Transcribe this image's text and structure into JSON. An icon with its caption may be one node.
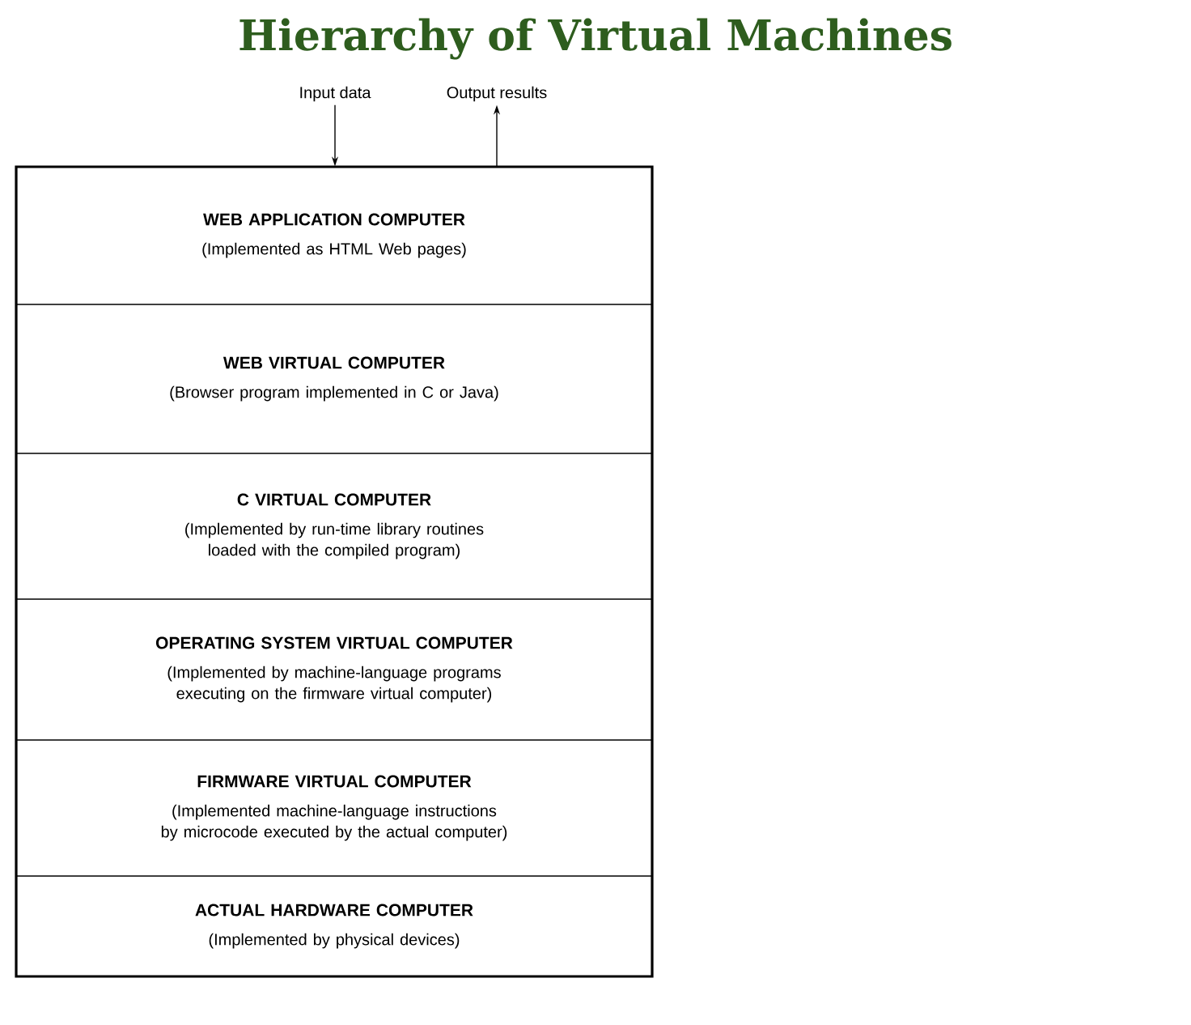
{
  "diagram": {
    "title": "Hierarchy of Virtual Machines",
    "nodes": [
      {
        "text": [
          "Input data"
        ]
      },
      {
        "text": [
          "Output results"
        ]
      },
      {
        "text": [
          "WEB APPLICATION COMPUTER",
          "(Implemented as HTML Web pages)"
        ]
      },
      {
        "text": [
          "WEB VIRTUAL COMPUTER",
          "(Browser program implemented in C or Java)"
        ]
      },
      {
        "text": [
          "C VIRTUAL COMPUTER",
          "(Implemented by run-time library routines loaded with the compiled program)"
        ]
      },
      {
        "text": [
          "OPERATING SYSTEM VIRTUAL COMPUTER",
          "(Implemented by machine-language programs executing on the firmware virtual computer)"
        ]
      },
      {
        "text": [
          "FIRMWARE VIRTUAL COMPUTER",
          "(Implemented machine-language instructions by microcode executed by the actual computer)"
        ]
      },
      {
        "text": [
          "ACTUAL HARDWARE COMPUTER",
          "(Implemented by physical devices)"
        ]
      }
    ],
    "edges": [
      {
        "from": 0,
        "to": 2,
        "arrow": "to"
      },
      {
        "from": 2,
        "to": 1,
        "arrow": "to"
      }
    ]
  }
}
